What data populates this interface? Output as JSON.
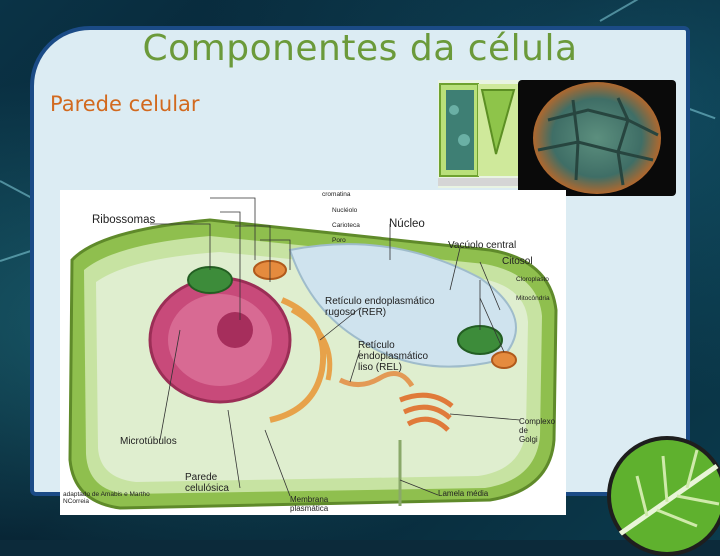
{
  "slide": {
    "title": "Componentes da célula",
    "subtitle": "Parede celular"
  },
  "diagram": {
    "labels": {
      "cromatina": "cromatina",
      "nucleolo": "Nucléolo",
      "carioteca": "Carioteca",
      "poro": "Poro",
      "ribossomas": "Ribossomas",
      "nucleo": "Núcleo",
      "vacuolo": "Vacúolo central",
      "citosol": "Citosol",
      "cloroplasto": "Cloroplasto",
      "mitocondria": "Mitocôndria",
      "rer": "Retículo endoplasmático\nrugoso (RER)",
      "rel": "Retículo\nendoplasmático\nliso (REL)",
      "golgi": "Complexo\nde\nGolgi",
      "microtubulos": "Microtúbulos",
      "parede": "Parede\ncelulósica",
      "membrana": "Membrana\nplasmática",
      "lamela": "Lamela média",
      "credit": "adaptado de Amabis e Martho\nNCorreia"
    }
  },
  "colors": {
    "title": "#6b9a3a",
    "subtitle": "#d2691e",
    "panel_border": "#1b4b86",
    "panel_bg": "#dcecf3"
  }
}
